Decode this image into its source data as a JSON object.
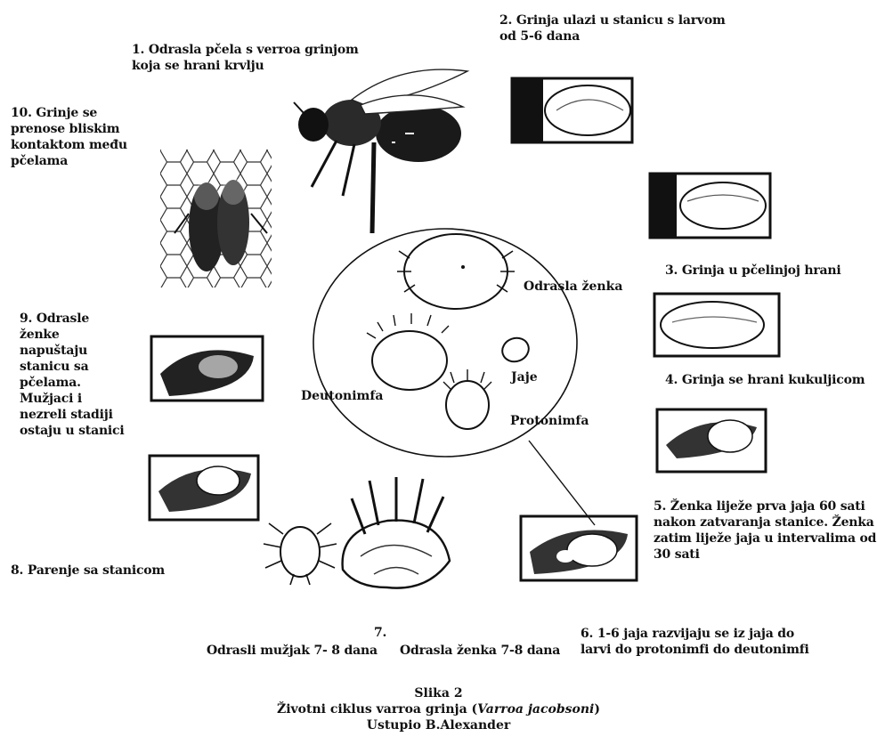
{
  "steps": {
    "s1": {
      "lines": [
        "1. Odrasla pčela s verroa grinjom",
        "koja se hrani krvlju"
      ]
    },
    "s2": {
      "lines": [
        "2. Grinja ulazi u stanicu s larvom",
        "od 5-6 dana"
      ]
    },
    "s3": {
      "lines": [
        "3. Grinja u pčelinjoj hrani"
      ]
    },
    "s4": {
      "lines": [
        "4. Grinja se hrani kukuljicom"
      ]
    },
    "s5": {
      "lines": [
        "5. Ženka liježe prva jaja 60 sati",
        "nakon zatvaranja stanice. Ženka",
        "zatim liježe jaja u intervalima od",
        "30 sati"
      ]
    },
    "s6": {
      "lines": [
        "6. 1-6 jaja razvijaju se iz jaja do",
        "larvi do protonimfi do deutonimfi"
      ]
    },
    "s7": {
      "number": "7.",
      "male": "Odrasli mužjak 7- 8 dana",
      "female": "Odrasla ženka 7-8 dana"
    },
    "s8": {
      "lines": [
        "8. Parenje sa stanicom"
      ]
    },
    "s9": {
      "lines": [
        "9. Odrasle",
        "ženke",
        "napuštaju",
        "stanicu sa",
        "pčelama.",
        "Mužjaci i",
        "nezreli stadiji",
        "ostaju u stanici"
      ]
    },
    "s10": {
      "lines": [
        "10. Grinje se",
        "prenose bliskim",
        "kontaktom među",
        "pčelama"
      ]
    }
  },
  "center": {
    "adult_female": "Odrasla ženka",
    "egg": "Jaje",
    "deutonymph": "Deutonimfa",
    "protonymph": "Protonimfa"
  },
  "caption": {
    "line1": "Slika 2",
    "line2_pre": "Životni ciklus varroa grinja (",
    "line2_italic": "Varroa jacobsoni",
    "line2_post": ")",
    "line3": "Ustupio B.Alexander"
  }
}
